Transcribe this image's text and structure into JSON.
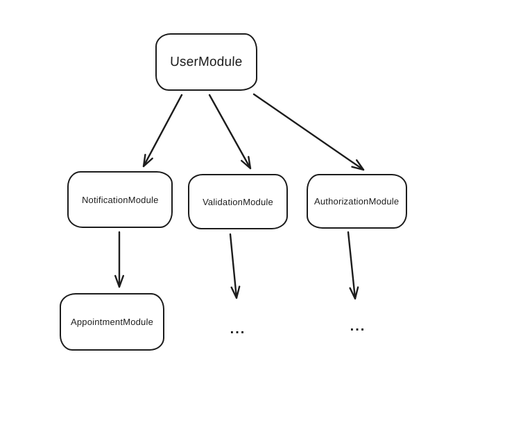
{
  "diagram": {
    "type": "flowchart",
    "style": "hand-drawn",
    "colors": {
      "background": "#ffffff",
      "stroke": "#1c1c1c",
      "text": "#1c1c1c"
    },
    "nodes": [
      {
        "id": "user-module",
        "label": "UserModule",
        "kind": "box"
      },
      {
        "id": "notification-module",
        "label": "NotificationModule",
        "kind": "box"
      },
      {
        "id": "validation-module",
        "label": "ValidationModule",
        "kind": "box"
      },
      {
        "id": "authorization-module",
        "label": "AuthorizationModule",
        "kind": "box"
      },
      {
        "id": "appointment-module",
        "label": "AppointmentModule",
        "kind": "box"
      },
      {
        "id": "validation-continuation",
        "label": "...",
        "kind": "ellipsis"
      },
      {
        "id": "authorization-continuation",
        "label": "...",
        "kind": "ellipsis"
      }
    ],
    "edges": [
      {
        "from": "user-module",
        "to": "notification-module"
      },
      {
        "from": "user-module",
        "to": "validation-module"
      },
      {
        "from": "user-module",
        "to": "authorization-module"
      },
      {
        "from": "notification-module",
        "to": "appointment-module"
      },
      {
        "from": "validation-module",
        "to": "validation-continuation"
      },
      {
        "from": "authorization-module",
        "to": "authorization-continuation"
      }
    ]
  }
}
